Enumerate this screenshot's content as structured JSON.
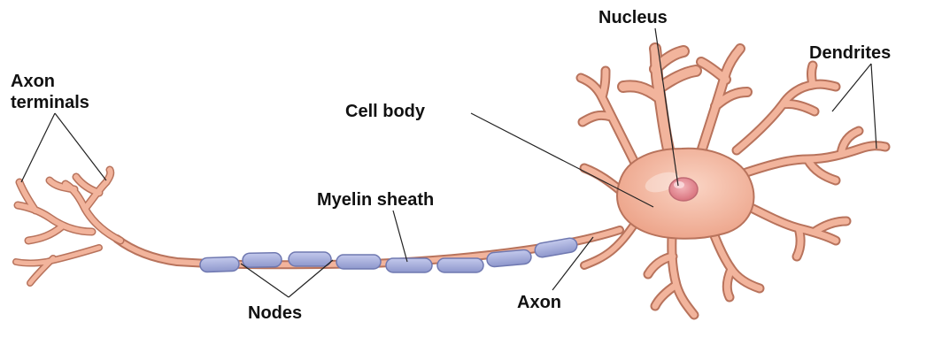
{
  "labels": {
    "axon_terminals_line1": "Axon",
    "axon_terminals_line2": "terminals",
    "cell_body": "Cell body",
    "myelin_sheath": "Myelin sheath",
    "nucleus": "Nucleus",
    "dendrites": "Dendrites",
    "nodes": "Nodes",
    "axon": "Axon"
  },
  "colors": {
    "cell_fill": "#f2b49c",
    "cell_stroke": "#b8735c",
    "myelin_fill": "#9ea6d6",
    "myelin_stroke": "#6f78b0",
    "nucleus_fill": "#e48e96",
    "leader_line": "#222222"
  }
}
